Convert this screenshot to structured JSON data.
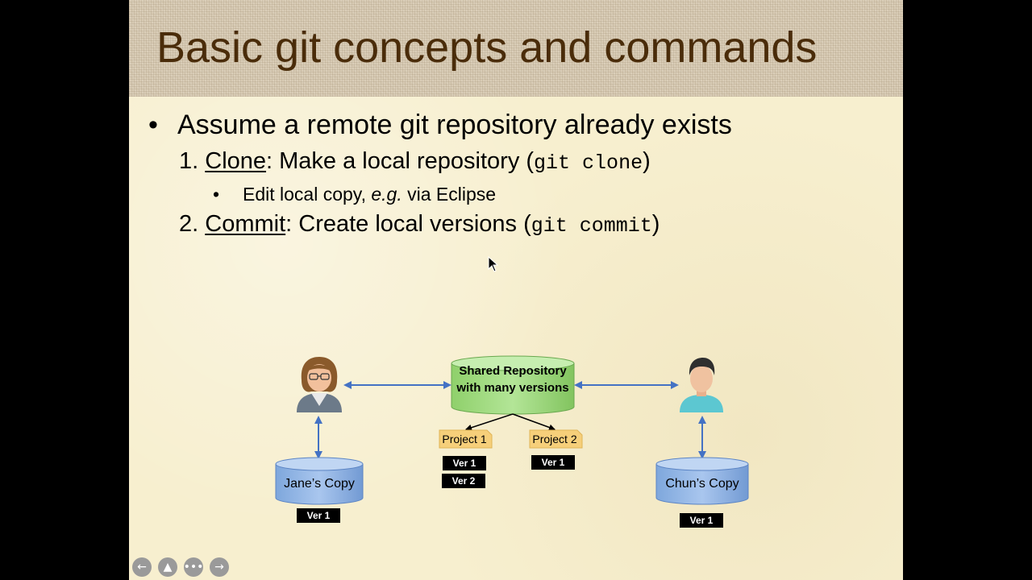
{
  "slide": {
    "title": "Basic git concepts and commands",
    "bullets": {
      "main": "Assume a remote git repository already exists",
      "item1": {
        "num": "1.",
        "term": "Clone",
        "text": ": Make a local repository (",
        "cmd": "git clone",
        "close": ")"
      },
      "item1_sub": {
        "pre": "Edit local copy, ",
        "em": "e.g.",
        "post": " via Eclipse"
      },
      "item2": {
        "num": "2.",
        "term": "Commit",
        "text": ": Create local versions (",
        "cmd": "git commit",
        "close": ")"
      }
    },
    "bullet_glyph": "•"
  },
  "diagram": {
    "shared_repo": "Shared Repository with many versions",
    "projects": [
      {
        "name": "Project 1",
        "versions": [
          "Ver 1",
          "Ver 2"
        ]
      },
      {
        "name": "Project 2",
        "versions": [
          "Ver 1"
        ]
      }
    ],
    "jane_copy": {
      "label": "Jane’s Copy",
      "version": "Ver 1"
    },
    "chun_copy": {
      "label": "Chun’s Copy",
      "version": "Ver 1"
    }
  },
  "nav": [
    "arrow-left-icon",
    "pen-icon",
    "more-icon",
    "arrow-right-icon"
  ],
  "colors": {
    "title": "#4a2c0a",
    "slide_bg": "#f7efcf",
    "repo_green": "#9fd87e",
    "copy_blue": "#8fb4e3",
    "arrow_blue": "#4472c4",
    "tag_orange": "#f6cf7a"
  }
}
